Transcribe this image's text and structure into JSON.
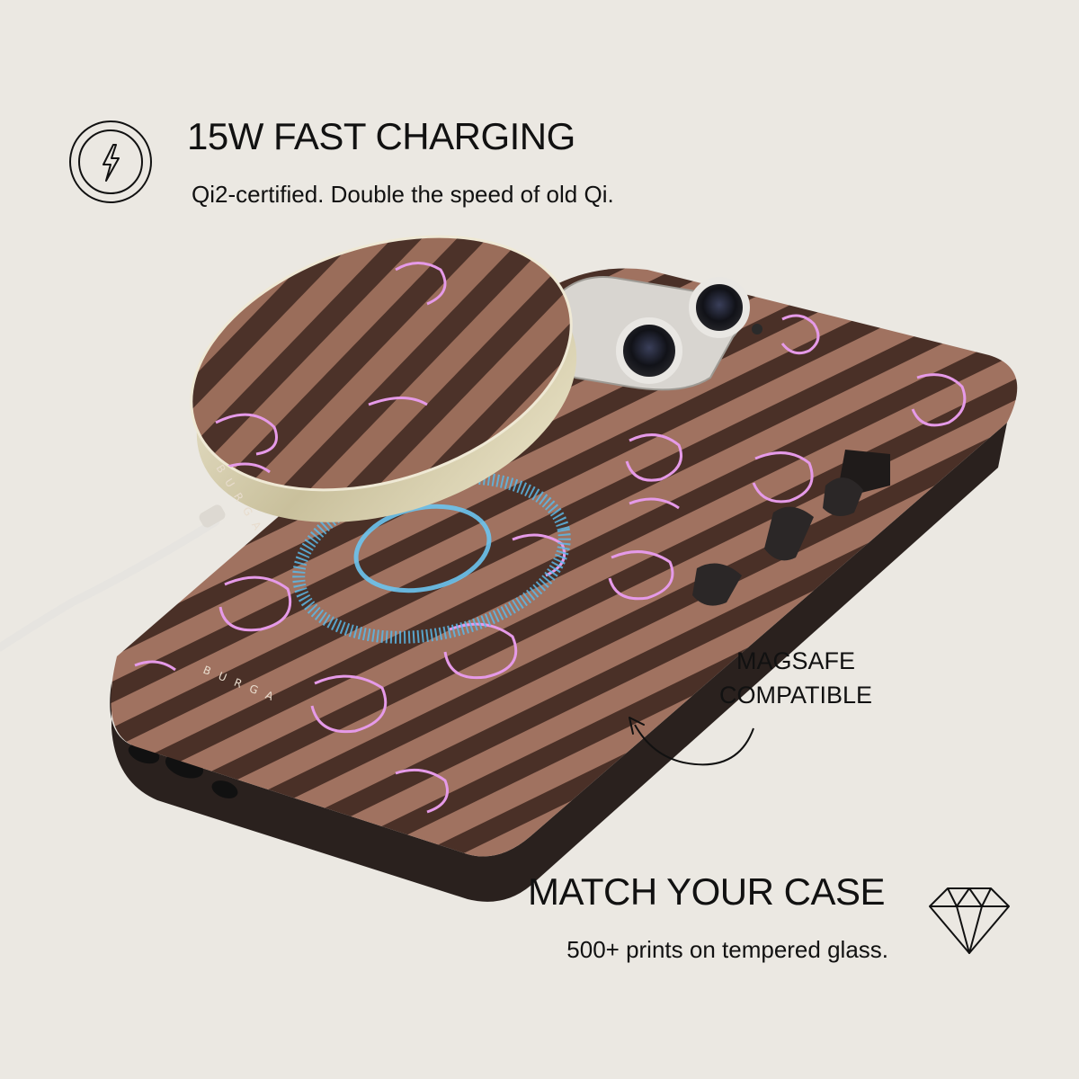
{
  "feature_charging": {
    "title": "15W FAST CHARGING",
    "subtitle": "Qi2-certified. Double the speed of old Qi.",
    "icon": "lightning-bolt-icon"
  },
  "magsafe_label": {
    "line1": "MAGSAFE",
    "line2": "COMPATIBLE",
    "icon": "curved-arrow-icon"
  },
  "feature_match": {
    "title": "MATCH YOUR CASE",
    "subtitle": "500+ prints on tempered glass.",
    "icon": "diamond-icon"
  },
  "product": {
    "brand_on_case": "BURGA",
    "brand_on_charger": "BURGA"
  },
  "colors": {
    "background": "#ebe8e2",
    "stripe_light": "#9a6d5a",
    "stripe_dark": "#4c3229",
    "print_outline": "#e59ae8",
    "charger_rim": "#d6cfb0",
    "magsafe_ring": "#5ab8e8"
  }
}
